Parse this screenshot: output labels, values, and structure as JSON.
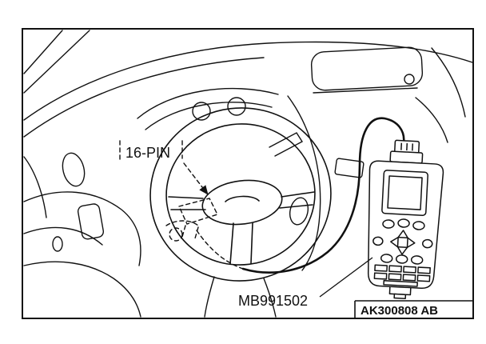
{
  "figure": {
    "connector_label": "16-PIN",
    "tool_label": "MB991502",
    "figure_code": "AK300808 AB"
  },
  "colors": {
    "line": "#111111",
    "background": "#ffffff"
  }
}
